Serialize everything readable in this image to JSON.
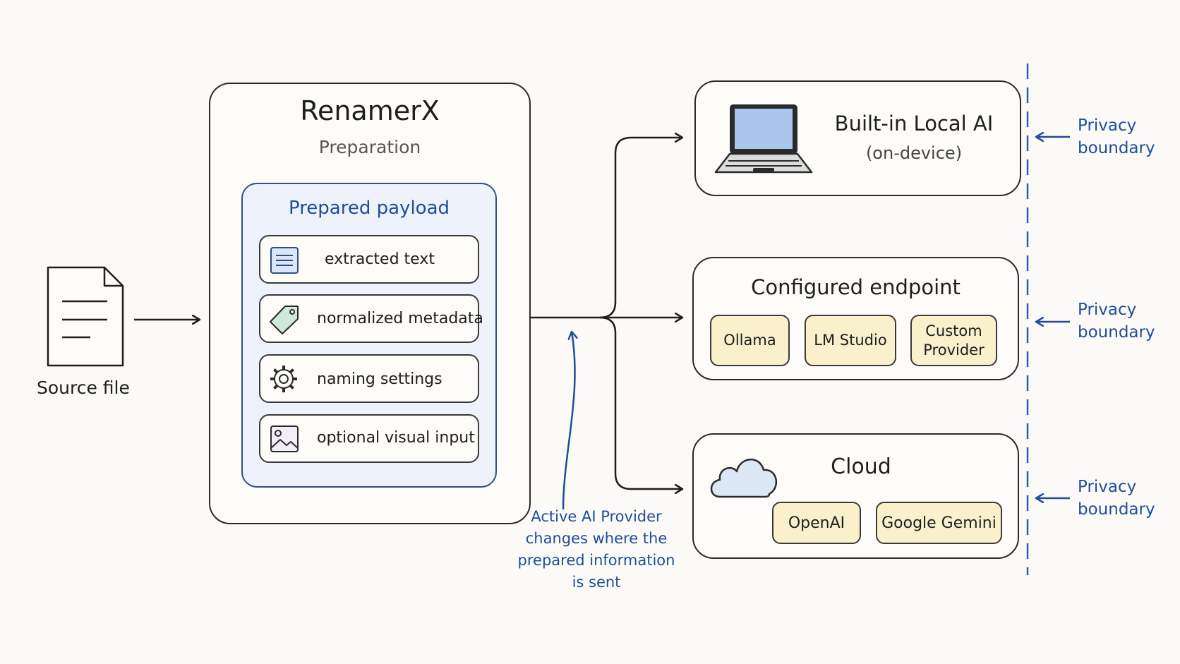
{
  "source": {
    "label": "Source file"
  },
  "app": {
    "title": "RenamerX",
    "subtitle": "Preparation",
    "payload": {
      "title": "Prepared payload",
      "items": [
        {
          "icon": "document-lines-icon",
          "label": "extracted text"
        },
        {
          "icon": "tag-icon",
          "label": "normalized metadata"
        },
        {
          "icon": "gear-icon",
          "label": "naming settings"
        },
        {
          "icon": "image-icon",
          "label": "optional visual input"
        }
      ]
    }
  },
  "annotation": {
    "line1": "Active AI Provider",
    "line2": "changes where the",
    "line3": "prepared information",
    "line4": "is sent"
  },
  "destinations": {
    "local": {
      "title": "Built-in Local AI",
      "subtitle": "(on-device)",
      "icon": "laptop-icon"
    },
    "endpoint": {
      "title": "Configured endpoint",
      "chips": [
        {
          "line1": "Ollama",
          "line2": ""
        },
        {
          "line1": "LM Studio",
          "line2": ""
        },
        {
          "line1": "Custom",
          "line2": "Provider"
        }
      ]
    },
    "cloud": {
      "title": "Cloud",
      "icon": "cloud-icon",
      "chips": [
        {
          "line1": "OpenAI"
        },
        {
          "line1": "Google Gemini"
        }
      ]
    }
  },
  "privacy": [
    {
      "line1": "Privacy",
      "line2": "boundary"
    },
    {
      "line1": "Privacy",
      "line2": "boundary"
    },
    {
      "line1": "Privacy",
      "line2": "boundary"
    }
  ],
  "colors": {
    "ink": "#2b2b2b",
    "accent_blue": "#1f4d9c",
    "payload_fill": "#eef3fb",
    "chip_fill": "#fbf0cc",
    "screen_fill": "#a9c5ec",
    "cloud_fill": "#dce7f6",
    "background": "#fbfaf6"
  }
}
